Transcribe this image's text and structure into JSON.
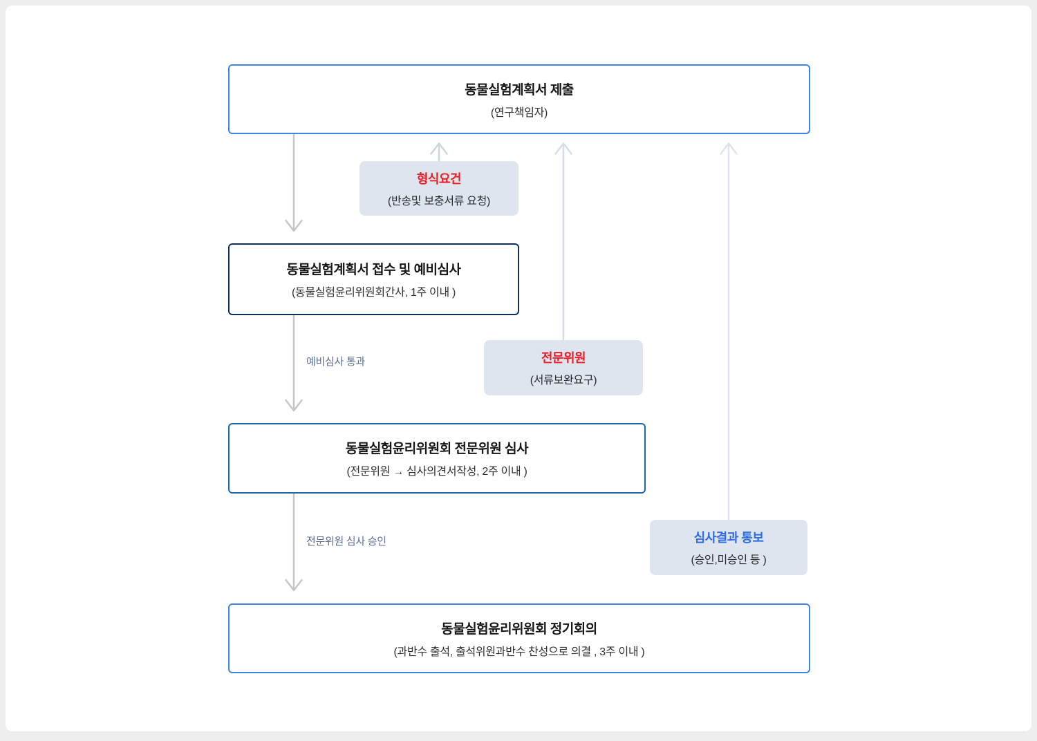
{
  "page": {
    "background_color": "#eeeeee",
    "card_background_color": "#ffffff"
  },
  "colors": {
    "bright_blue_border": "#3d83e1",
    "navy_border": "#132f5e",
    "medium_blue_border": "#1a67ae",
    "callout_background": "#dee5ef",
    "red_accent": "#ee1c25",
    "blue_accent": "#2e6be6",
    "down_arrow": "#c6c6c6",
    "up_arrow": "#d7dfea",
    "edge_label_color": "#5b6e96"
  },
  "flowchart": {
    "nodes": [
      {
        "id": "submit",
        "title": "동물실험계획서 제출",
        "subtitle": "(연구책임자)"
      },
      {
        "id": "receipt",
        "title": "동물실험계획서 접수 및 예비심사",
        "subtitle": "(동물실험윤리위원회간사, 1주 이내 )"
      },
      {
        "id": "expert",
        "title": "동물실험윤리위원회 전문위원 심사",
        "subtitle": "(전문위원 → 심사의견서작성, 2주 이내 )"
      },
      {
        "id": "meeting",
        "title": "동물실험윤리위원회 정기회의",
        "subtitle": "(과반수 출석, 출석위원과반수 찬성으로 의결 , 3주 이내 )"
      }
    ],
    "callouts": [
      {
        "id": "formal",
        "title": "형식요건",
        "subtitle": "(반송및 보충서류 요청)",
        "title_color": "#ee1c25"
      },
      {
        "id": "expert",
        "title": "전문위원",
        "subtitle": "(서류보완요구)",
        "title_color": "#ee1c25"
      },
      {
        "id": "result",
        "title": "심사결과 통보",
        "subtitle": "(승인,미승인 등  )",
        "title_color": "#2e6be6"
      }
    ],
    "edge_labels": [
      {
        "id": "pre-review-pass",
        "text": "예비심사 통과"
      },
      {
        "id": "expert-review-approve",
        "text": "전문위원 심사 승인"
      }
    ]
  }
}
